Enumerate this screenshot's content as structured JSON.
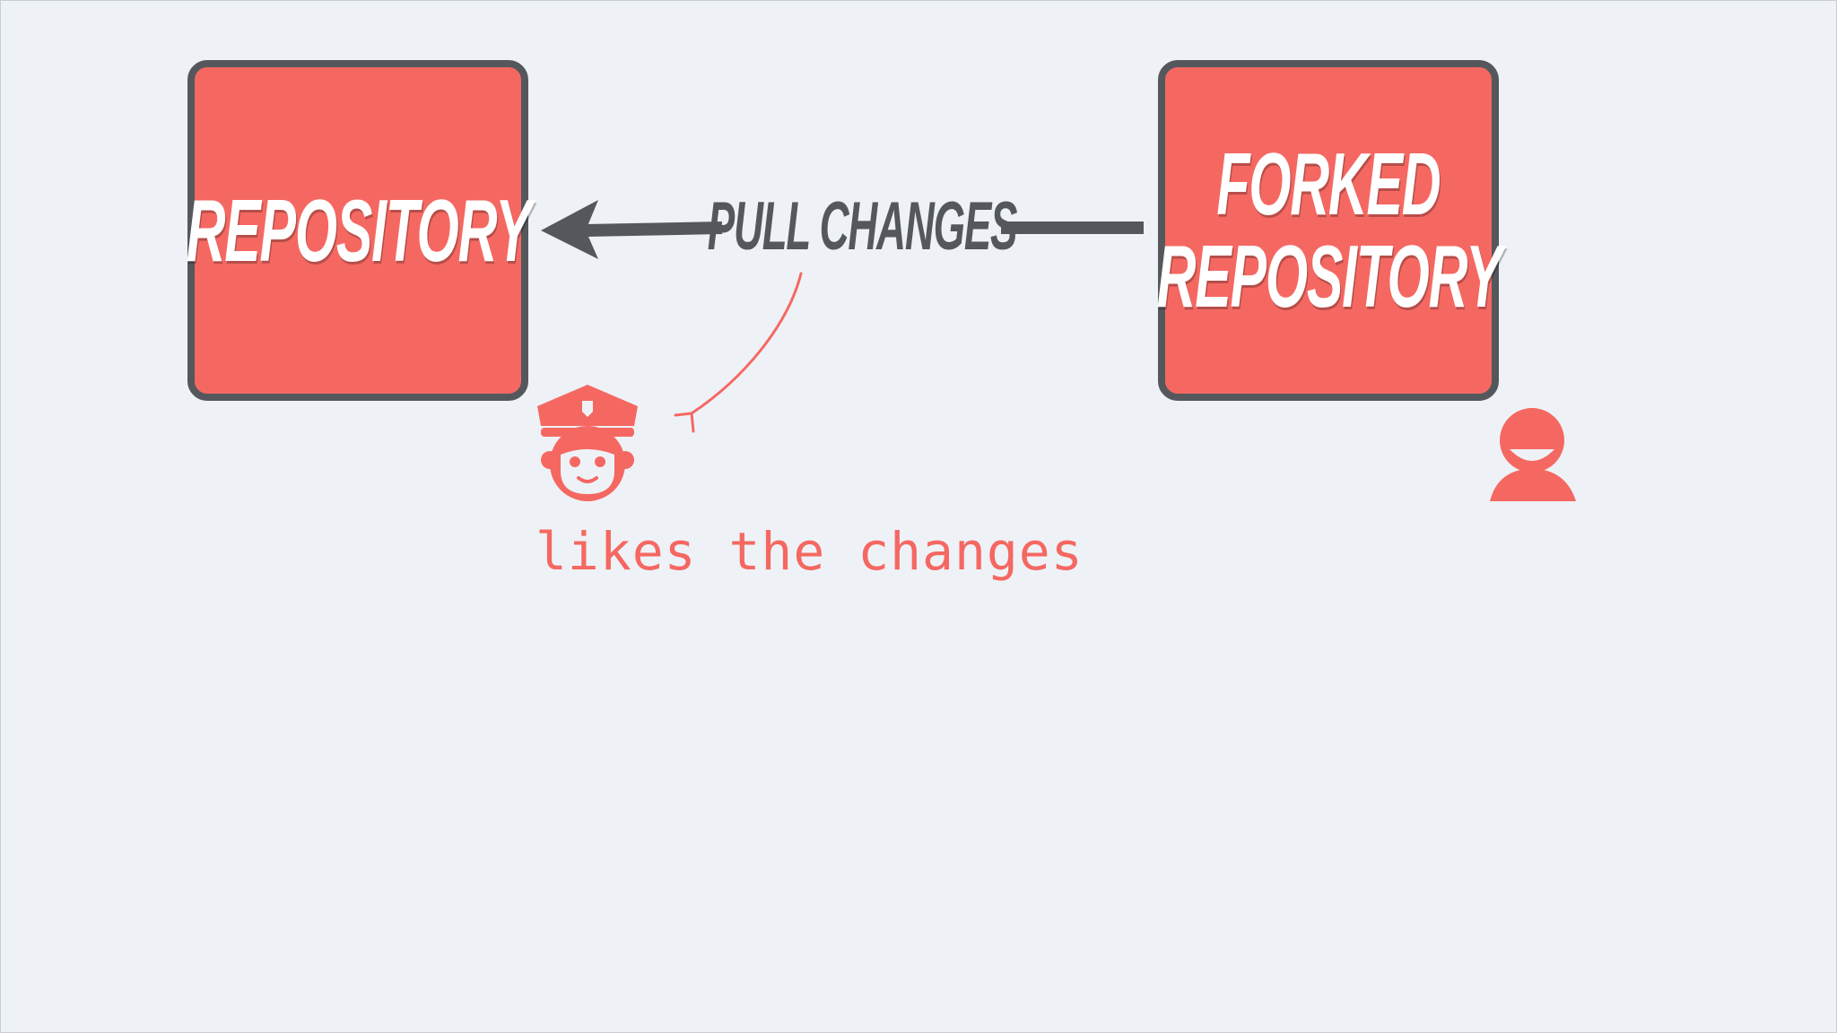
{
  "boxes": {
    "repository": {
      "label": "REPOSITORY"
    },
    "forked": {
      "line1": "FORKED",
      "line2": "REPOSITORY"
    }
  },
  "arrow": {
    "label": "PULL CHANGES"
  },
  "note": {
    "text": "likes the changes"
  },
  "icons": {
    "maintainer": "police-officer-icon",
    "contributor": "user-icon"
  },
  "colors": {
    "accent": "#f56862",
    "dark": "#54585c",
    "background": "#eef2f7",
    "box_text": "#ffffff"
  }
}
